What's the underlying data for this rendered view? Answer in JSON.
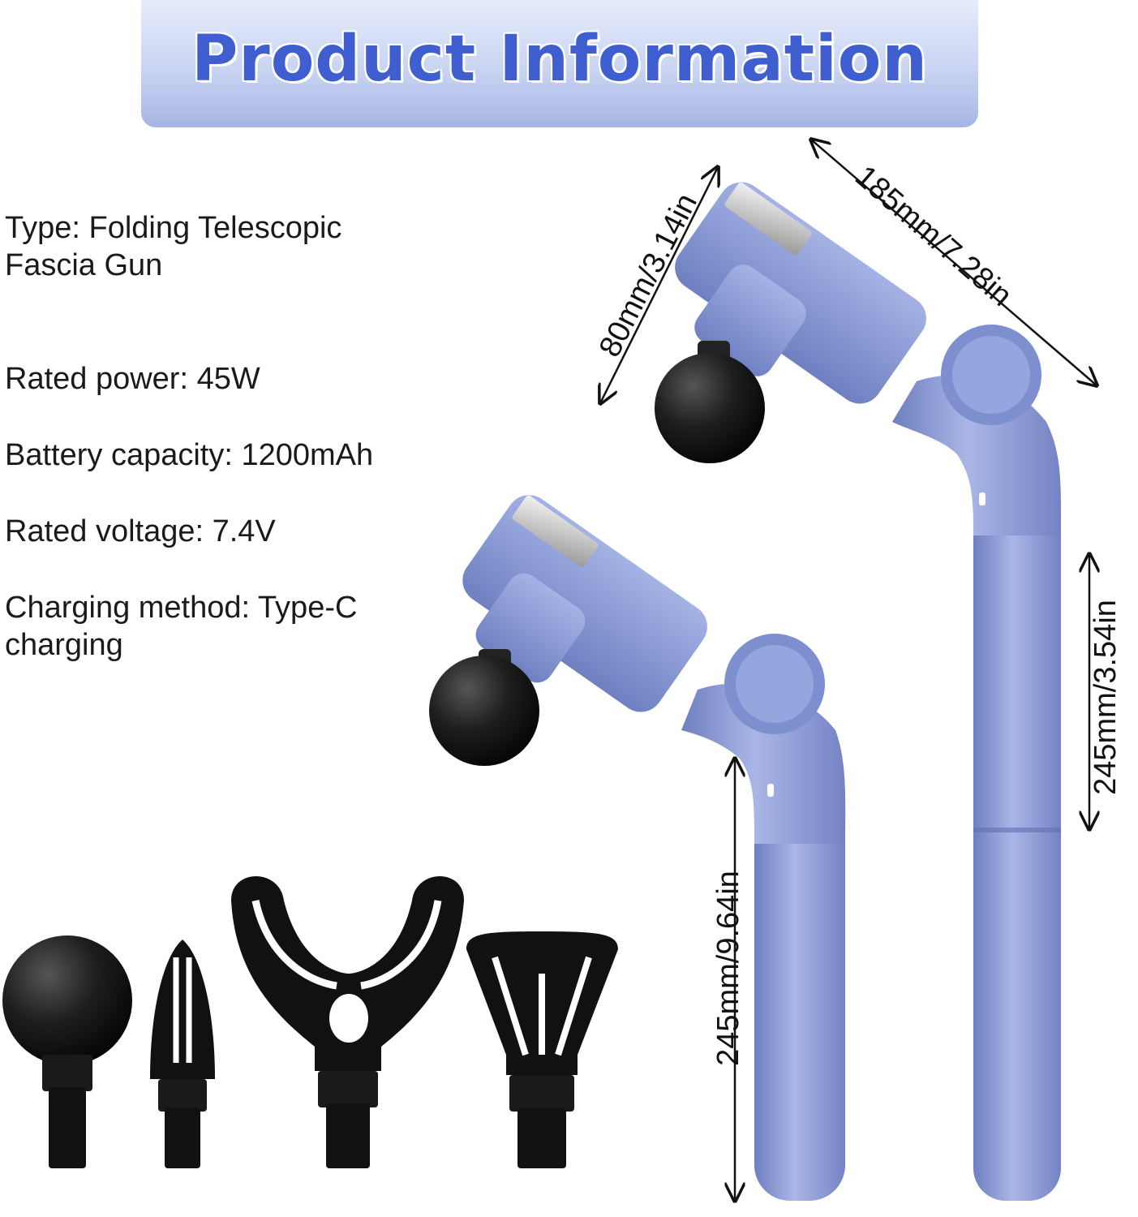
{
  "header": {
    "title": "Product Information"
  },
  "specs": {
    "type_line1": "Type: Folding Telescopic",
    "type_line2": "Fascia Gun",
    "power": "Rated power: 45W",
    "battery": "Battery capacity: 1200mAh",
    "voltage": "Rated voltage: 7.4V",
    "charging_line1": "Charging method: Type-C",
    "charging_line2": "charging"
  },
  "dimensions": {
    "head_length": "185mm/7.28in",
    "head_height": "80mm/3.14in",
    "extension": "245mm/3.54in",
    "handle_length": "245mm/9.64in"
  },
  "colors": {
    "title": "#3f5fd0",
    "body": "#8f9fd6",
    "attachment": "#111111"
  },
  "icons": [
    "massage-gun-extended",
    "massage-gun-folded",
    "ball-head",
    "bullet-head",
    "u-fork-head",
    "flat-head"
  ]
}
